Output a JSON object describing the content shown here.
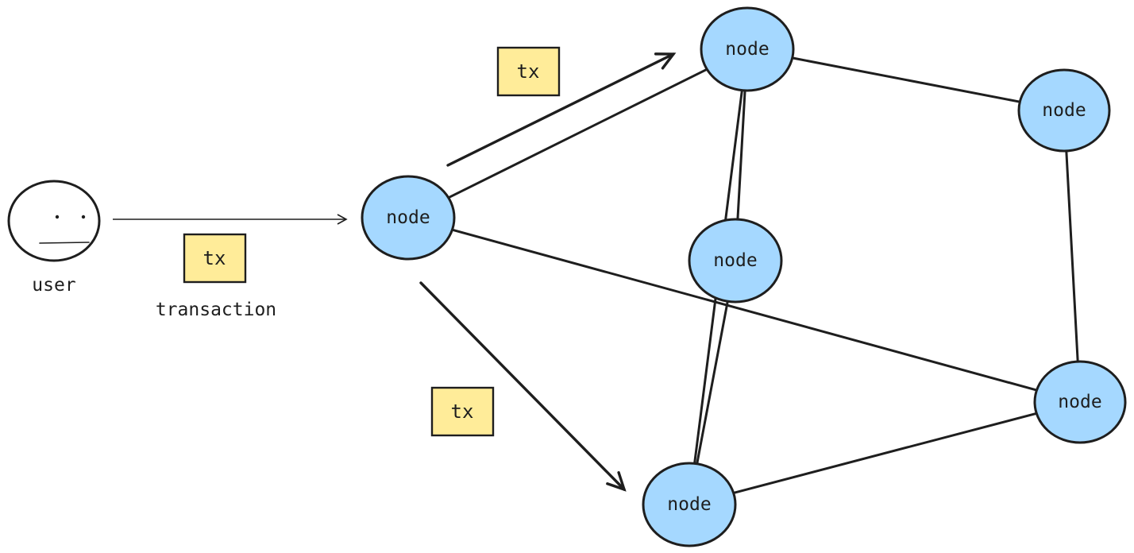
{
  "colors": {
    "node_fill": "#a5d8ff",
    "stroke": "#1e1e1e",
    "tx_fill": "#ffec99",
    "background": "#ffffff"
  },
  "user": {
    "label": "user",
    "icon": "user-face-icon"
  },
  "transaction": {
    "label": "transaction",
    "packet_label": "tx"
  },
  "nodes": [
    {
      "id": "n1",
      "label": "node"
    },
    {
      "id": "n2",
      "label": "node"
    },
    {
      "id": "n3",
      "label": "node"
    },
    {
      "id": "n4",
      "label": "node"
    },
    {
      "id": "n5",
      "label": "node"
    },
    {
      "id": "n6",
      "label": "node"
    }
  ],
  "links": [
    [
      "n1",
      "n2"
    ],
    [
      "n1",
      "n5"
    ],
    [
      "n2",
      "n3"
    ],
    [
      "n2",
      "n4"
    ],
    [
      "n2",
      "n6"
    ],
    [
      "n3",
      "n5"
    ],
    [
      "n4",
      "n6"
    ],
    [
      "n5",
      "n6"
    ]
  ],
  "broadcast": {
    "upper_label": "tx",
    "lower_label": "tx"
  }
}
